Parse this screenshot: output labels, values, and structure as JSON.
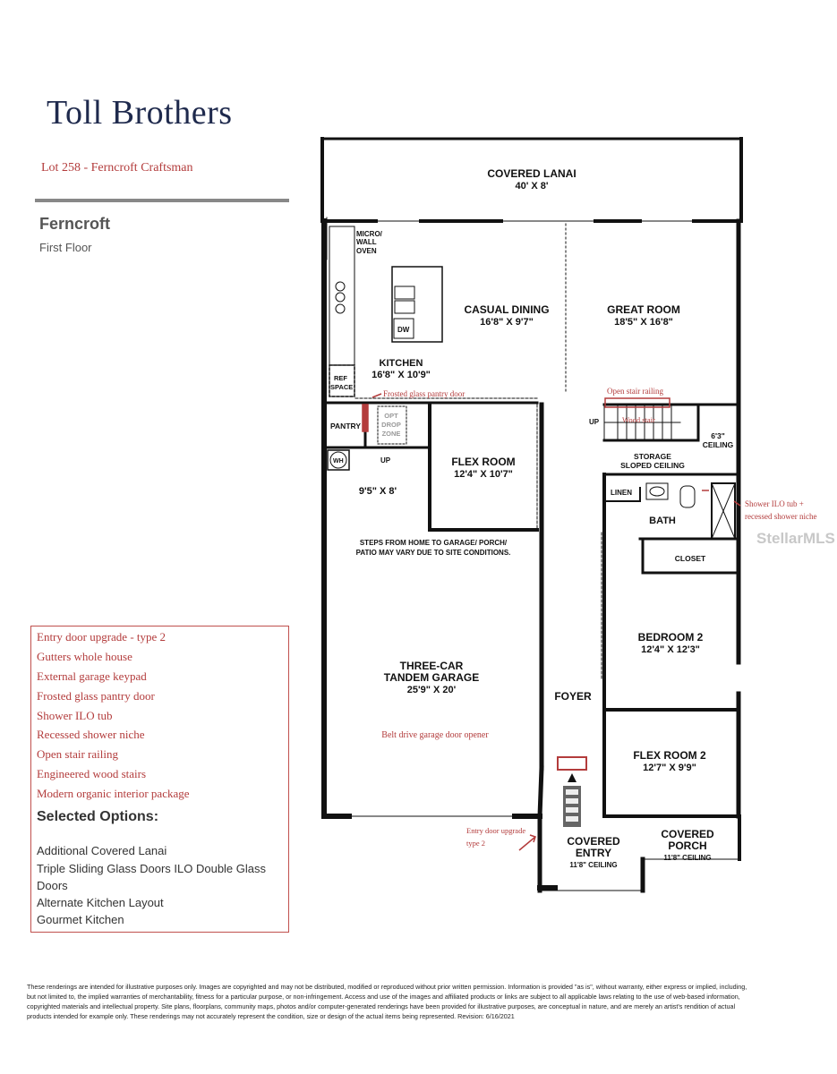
{
  "brand": {
    "logo_text": "Toll Brothers"
  },
  "lot_title": "Lot 258 - Ferncroft Craftsman",
  "plan": {
    "name": "Ferncroft",
    "floor": "First Floor"
  },
  "colors": {
    "brand_navy": "#1f2a4d",
    "annotation_red": "#b33c3c",
    "wall_black": "#111111"
  },
  "upgrades": [
    "Entry door upgrade - type 2",
    "Gutters whole house",
    "External garage keypad",
    "Frosted glass pantry door",
    "Shower ILO tub",
    "Recessed shower niche",
    "Open stair railing",
    "Engineered wood stairs",
    "Modern organic interior package"
  ],
  "selected_options": {
    "title": "Selected Options:",
    "items": [
      "Additional Covered Lanai",
      "Triple Sliding Glass Doors ILO Double Glass",
      "Doors",
      "Alternate Kitchen Layout",
      "Gourmet Kitchen"
    ]
  },
  "rooms": {
    "lanai_name": "COVERED LANAI",
    "lanai_dim": "40' X 8'",
    "micro_1": "MICRO/",
    "micro_2": "WALL",
    "micro_3": "OVEN",
    "dining_name": "CASUAL DINING",
    "dining_dim": "16'8\" X 9'7\"",
    "great_name": "GREAT ROOM",
    "great_dim": "18'5\" X 16'8\"",
    "dw": "DW",
    "kitchen_name": "KITCHEN",
    "kitchen_dim": "16'8\" X 10'9\"",
    "ref_1": "REF",
    "ref_2": "SPACE",
    "pantry": "PANTRY",
    "opt_1": "OPT",
    "opt_2": "DROP",
    "opt_3": "ZONE",
    "wh": "WH",
    "up": "UP",
    "mud_dim": "9'5\" X 8'",
    "flex_name": "FLEX ROOM",
    "flex_dim": "12'4\" X 10'7\"",
    "storage_1": "STORAGE",
    "storage_2": "SLOPED CEILING",
    "ceiling_63_1": "6'3\"",
    "ceiling_63_2": "CEILING",
    "linen": "LINEN",
    "bath": "BATH",
    "closet": "CLOSET",
    "steps_1": "STEPS FROM HOME TO GARAGE/ PORCH/",
    "steps_2": "PATIO MAY VARY DUE TO SITE CONDITIONS.",
    "bed2_name": "BEDROOM 2",
    "bed2_dim": "12'4\" X 12'3\"",
    "garage_1": "THREE-CAR",
    "garage_2": "TANDEM GARAGE",
    "garage_dim": "25'9\" X 20'",
    "foyer": "FOYER",
    "flex2_name": "FLEX ROOM 2",
    "flex2_dim": "12'7\" X 9'9\"",
    "entry_1": "COVERED",
    "entry_2": "ENTRY",
    "entry_ceiling": "11'8\" CEILING",
    "porch_1": "COVERED",
    "porch_2": "PORCH",
    "porch_ceiling": "11'8\" CEILING"
  },
  "annotations": {
    "frosted": "Frosted glass pantry door",
    "open_rail": "Open stair railing",
    "wood_stair": "Wood stair",
    "shower_1": "Shower ILO tub +",
    "shower_2": "recessed shower niche",
    "garage_opener": "Belt drive garage door opener",
    "entry_1": "Entry door upgrade",
    "entry_2": "type 2"
  },
  "watermark": "StellarMLS",
  "disclaimer": "These renderings are intended for illustrative purposes only. Images are copyrighted and may not be distributed, modified or reproduced without prior written permission. Information is provided \"as is\", without warranty, either express or implied, including, but not limited to, the implied warranties of merchantability, fitness for a particular purpose, or non-infringement. Access and use of the images and affiliated products or links are subject to all applicable laws relating to the use of web-based information, copyrighted materials and intellectual property. Site plans, floorplans, community maps, photos and/or computer-generated renderings have been provided for illustrative purposes, are conceptual in nature, and are merely an artist's rendition of actual products intended for example only. These renderings may not accurately represent the condition, size or design of the actual items being represented. Revision: 6/16/2021"
}
